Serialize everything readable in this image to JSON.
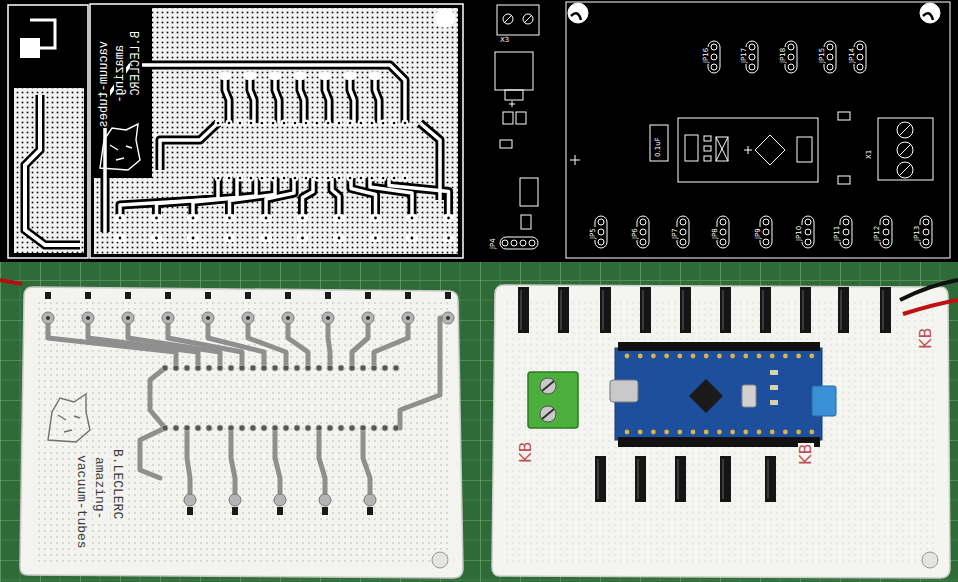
{
  "diagram": {
    "labels": [
      "vacuum-tubes",
      "amazing-",
      "B.LECLERC",
      "X3",
      "JP16",
      "JP17",
      "JP18",
      "JP15",
      "JP14",
      "0.1uF",
      "X1",
      "JP4",
      "JP5",
      "JP6",
      "JP7",
      "JP8",
      "JP9",
      "JP10",
      "JP11",
      "JP12",
      "JP13",
      "B.LECLERC",
      "amazing-",
      "vacuum-tubes",
      "KB",
      "KB",
      "KB"
    ]
  }
}
